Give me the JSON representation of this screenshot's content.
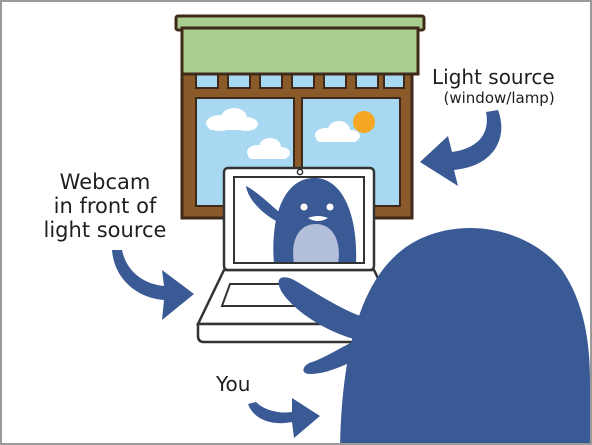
{
  "labels": {
    "light_source": "Light source",
    "light_source_detail": "(window/lamp)",
    "webcam_line1": "Webcam",
    "webcam_line2": "in front of",
    "webcam_line3": "light source",
    "you": "You"
  },
  "colors": {
    "window_frame": "#8a5a2b",
    "frame_outline": "#3e2a1a",
    "blind": "#a8cf90",
    "sky": "#a9d8f2",
    "sun": "#f5a623",
    "penguin": "#3a5a95",
    "penguin_belly": "#b3bfd9",
    "arrow": "#3a5a95",
    "laptop_outline": "#333333"
  }
}
